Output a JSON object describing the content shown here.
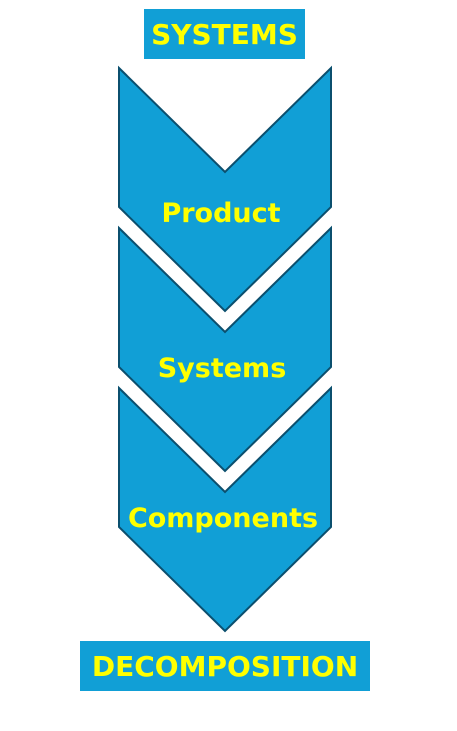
{
  "top_label": "SYSTEMS",
  "bottom_label": "DECOMPOSITION",
  "chevrons": [
    {
      "label": "Product"
    },
    {
      "label": "Systems"
    },
    {
      "label": "Components"
    }
  ],
  "colors": {
    "fill": "#119fd6",
    "stroke": "#0b4f6e",
    "text": "#ffff00",
    "background": "#ffffff"
  }
}
